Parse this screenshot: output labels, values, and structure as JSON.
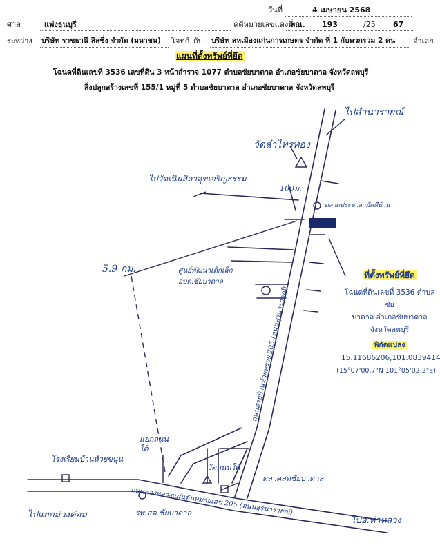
{
  "header": {
    "date_label": "วันที่",
    "date_value": "4 เมษายน 2568",
    "court_label": "ศาล",
    "court_value": "แพ่งธนบุรี",
    "caseno_label": "คดีหมายเลขแดงที่",
    "caseno_prefix": "พณ.",
    "caseno_num": "193",
    "caseno_sep": "/25",
    "caseno_year": "67",
    "between_label": "ระหว่าง",
    "plaintiff": "บริษัท ราชธานี ลิสซิ่ง จำกัด (มหาชน)",
    "plaintiff_label": "โจทก์",
    "with_label": "กับ",
    "defendant": "บริษัท สหเมืองแก่นการเกษตร จำกัด ที่ 1 กับพวกรวม 2 คน",
    "defendant_label": "จำเลย"
  },
  "title": "แผนที่ตั้งทรัพย์ที่ยึด",
  "desc_line1": "โฉนดที่ดินเลขที่ 3536 เลขที่ดิน 3 หน้าสำรวจ 1077 ตำบลชัยบาดาล อำเภอชัยบาดาล จังหวัดลพบุรี",
  "desc_line2": "สิ่งปลูกสร้างเลขที่ 155/1 หมู่ที่ 5 ตำบลชัยบาดาล อำเภอชัยบาดาล จังหวัดลพบุรี",
  "info": {
    "heading": "ที่ตั้งทรัพย์ที่ยึด",
    "line1": "โฉนดที่ดินเลขที่ 3536 ตำบลชัย",
    "line2": "บาดาล อำเภอชัยบาดาล",
    "line3": "จังหวัดลพบุรี",
    "coords_heading": "พิกัดแปลง",
    "coords": "15.11686206,101.08394144",
    "dms": "(15°07'00.7\"N 101°05'02.2\"E)"
  },
  "map": {
    "to_north": "ไปลำนารายณ์",
    "temple": "วัดลำไทรทอง",
    "to_west_temple": "ไปวัดเนินสิลาสุขเจริญธรรม",
    "distance_top": "100ม.",
    "market": "ตลาดประชาสามัคคีบ้าน",
    "distance_left": "5.9 กม.",
    "childcare": "ศูนย์พัฒนาเด็กเล็ก อบต.ชัยบาดาล",
    "road_main": "ถนนสายบ้านห้วยทราย 205 (ถนนสุรนารายณ์)",
    "road_bottom": "ถนนทางหลวงแผ่นดินหมายเลข 205 (ถนนสุรนารายณ์)",
    "school": "โรงเรียนบ้านห้วยขนุน",
    "junction": "แยกถนนใต้",
    "hospital": "รพ.สต.ชัยบาดาล",
    "temple_bottom": "วัดถนนใต้",
    "fresh_market": "ตลาดสดชัยบาดาล",
    "to_west": "ไปแยกม่วงค่อม",
    "to_east": "ไปอ.ท่าหลวง"
  }
}
